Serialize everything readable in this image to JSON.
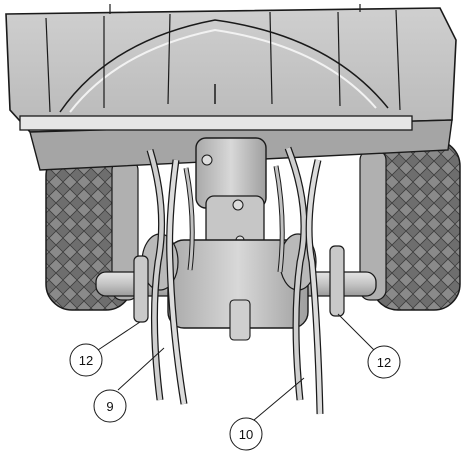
{
  "figure": {
    "description_free": true,
    "callouts": [
      {
        "id": "c12-left",
        "label": "12"
      },
      {
        "id": "c9",
        "label": "9"
      },
      {
        "id": "c10",
        "label": "10"
      },
      {
        "id": "c12-right",
        "label": "12"
      }
    ]
  },
  "colors": {
    "outline": "#1a1a1a",
    "metal_light": "#d9d9d9",
    "metal_mid": "#b8b8b8",
    "metal_dark": "#8f8f8f",
    "tire": "#7a7a7a",
    "tire_dark": "#4a4a4a"
  }
}
